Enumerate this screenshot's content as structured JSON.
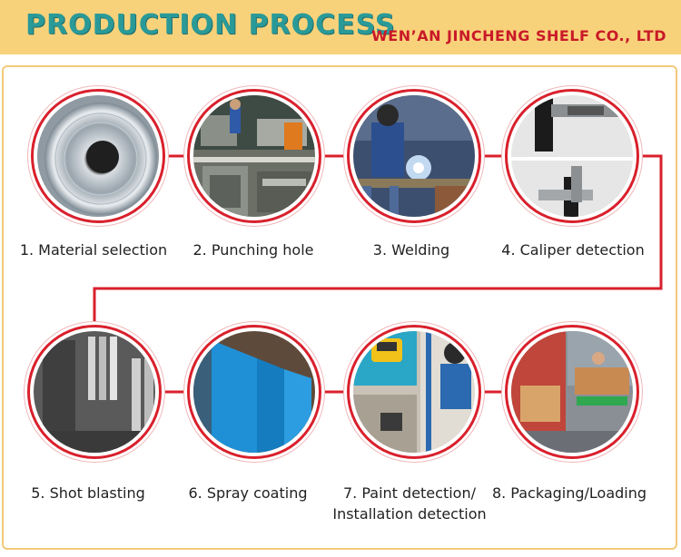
{
  "header": {
    "title": "PRODUCTION PROCESS",
    "company": "WEN’AN JINCHENG SHELF CO., LTD"
  },
  "steps": [
    {
      "label": "1. Material selection",
      "icon": "steel-coil"
    },
    {
      "label": "2. Punching  hole",
      "icon": "punching-workshop"
    },
    {
      "label": "3. Welding",
      "icon": "welder"
    },
    {
      "label": "4. Caliper detection",
      "icon": "caliper"
    },
    {
      "label": "5. Shot blasting",
      "icon": "shot-blasting-machine"
    },
    {
      "label": "6. Spray coating",
      "icon": "blue-coated-panels"
    },
    {
      "label": "7. Paint detection/",
      "label2": "Installation detection",
      "icon": "paint-gauge-and-installation"
    },
    {
      "label": "8. Packaging/Loading",
      "icon": "container-loading"
    }
  ],
  "colors": {
    "header_bg": "#f8d27a",
    "title": "#2a9a98",
    "company": "#c91a28",
    "flow_line": "#d9202c",
    "frame": "#f3c97a"
  }
}
